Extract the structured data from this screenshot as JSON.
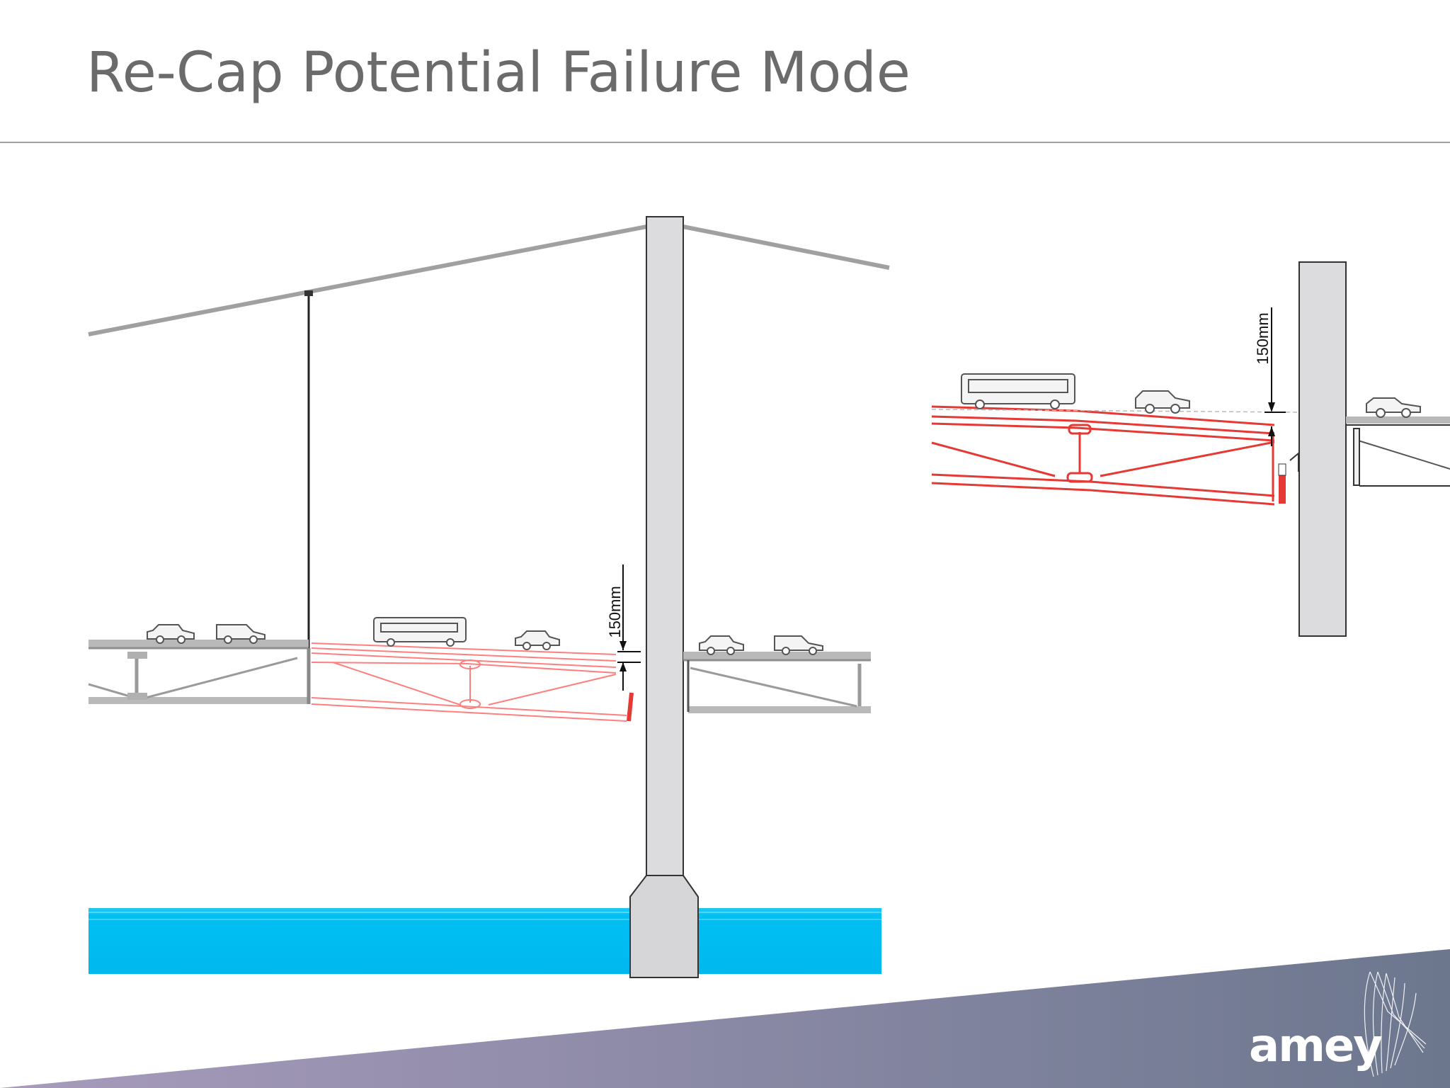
{
  "slide": {
    "title": "Re-Cap Potential Failure Mode"
  },
  "diagram": {
    "main_elevation": {
      "dimension_label": "150mm"
    },
    "detail_view": {
      "dimension_label": "150mm"
    }
  },
  "brand": {
    "logo_text": "amey",
    "water_color": "#00bff3",
    "failure_color": "#e53935",
    "footer_gradient": [
      "#9a8fb0",
      "#6f7b93"
    ]
  }
}
